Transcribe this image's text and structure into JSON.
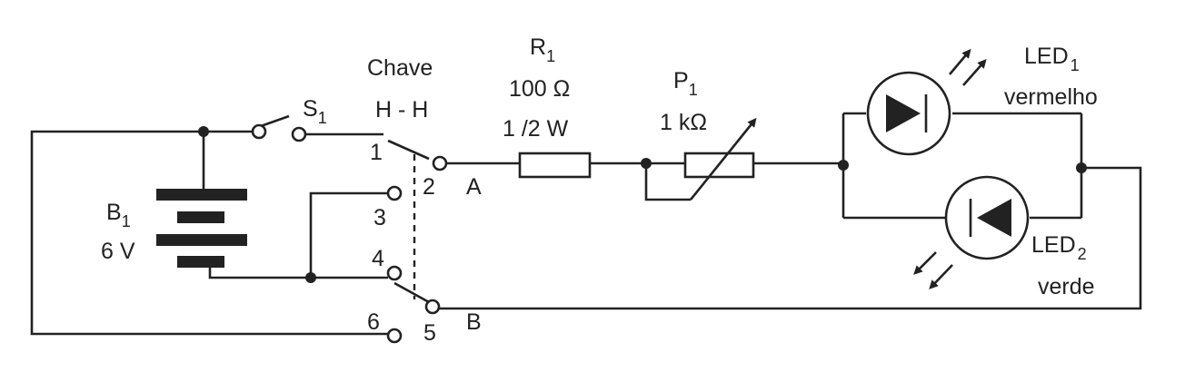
{
  "battery": {
    "ref": "B",
    "ref_sub": "1",
    "value": "6 V"
  },
  "switch_s1": {
    "ref": "S",
    "ref_sub": "1"
  },
  "switch_hh": {
    "name": "Chave",
    "type": "H - H",
    "pins": [
      "1",
      "2",
      "3",
      "4",
      "5",
      "6"
    ]
  },
  "nodes": {
    "a": "A",
    "b": "B"
  },
  "resistor": {
    "ref": "R",
    "ref_sub": "1",
    "value": "100 Ω",
    "power": "1 /2 W"
  },
  "potentiometer": {
    "ref": "P",
    "ref_sub": "1",
    "value": "1 kΩ"
  },
  "led1": {
    "ref": "LED",
    "ref_sub": "1",
    "color": "vermelho"
  },
  "led2": {
    "ref": "LED",
    "ref_sub": "2",
    "color": "verde"
  }
}
